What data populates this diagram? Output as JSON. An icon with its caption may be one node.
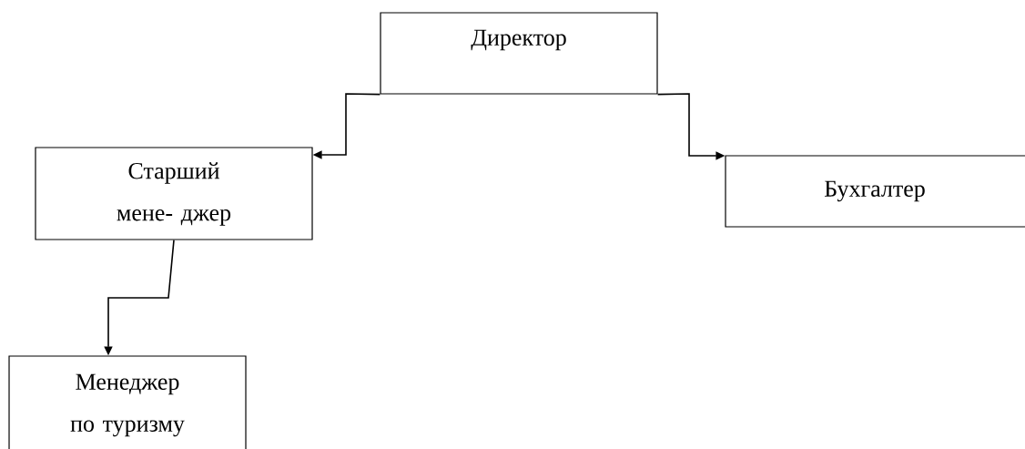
{
  "diagram": {
    "nodes": [
      {
        "text": [
          "Директор"
        ]
      },
      {
        "text": [
          "Старший мене- джер"
        ]
      },
      {
        "text": [
          "Бухгалтер"
        ]
      },
      {
        "text": [
          "Менеджер по туризму"
        ]
      }
    ],
    "edges": [
      {
        "from": 0,
        "to": 1,
        "arrow": "to"
      },
      {
        "from": 0,
        "to": 2,
        "arrow": "to"
      },
      {
        "from": 1,
        "to": 3,
        "arrow": "to"
      }
    ]
  }
}
